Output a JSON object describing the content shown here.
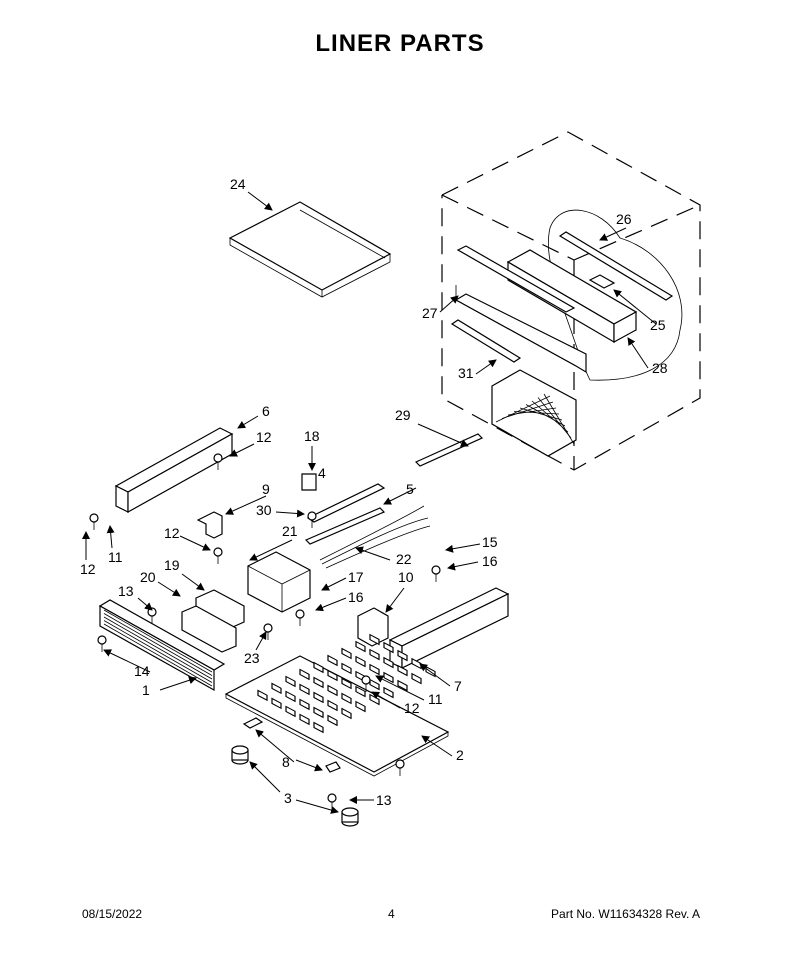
{
  "page": {
    "title": "LINER PARTS",
    "footer": {
      "date": "08/15/2022",
      "page_number": "4",
      "part_number": "Part No.  W11634328  Rev.  A"
    }
  },
  "callouts": {
    "c1": "1",
    "c2": "2",
    "c3": "3",
    "c4": "4",
    "c5": "5",
    "c6": "6",
    "c7": "7",
    "c8": "8",
    "c9": "9",
    "c10": "10",
    "c11a": "11",
    "c11b": "11",
    "c12a": "12",
    "c12b": "12",
    "c12c": "12",
    "c12d": "12",
    "c13a": "13",
    "c13b": "13",
    "c14": "14",
    "c15": "15",
    "c16a": "16",
    "c16b": "16",
    "c17": "17",
    "c18": "18",
    "c19": "19",
    "c20": "20",
    "c21": "21",
    "c22": "22",
    "c23": "23",
    "c24": "24",
    "c25": "25",
    "c26": "26",
    "c27": "27",
    "c28": "28",
    "c29": "29",
    "c30": "30",
    "c31": "31"
  }
}
